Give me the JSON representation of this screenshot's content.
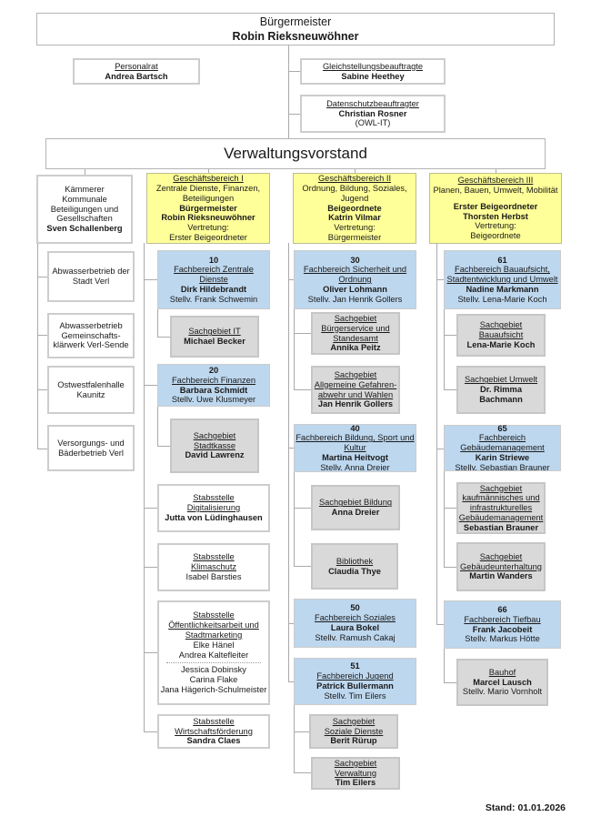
{
  "document": {
    "stand": "Stand: 01.01.2026"
  },
  "top": {
    "buergermeister": {
      "lines": [
        {
          "t": "Bürgermeister"
        },
        {
          "t": "Robin Rieksneuwöhner",
          "s": "b"
        }
      ]
    },
    "personalrat": {
      "lines": [
        {
          "t": "Personalrat",
          "s": "u"
        },
        {
          "t": "Andrea Bartsch",
          "s": "b"
        }
      ]
    },
    "gleichstellungsbeauftragte": {
      "lines": [
        {
          "t": "Gleichstellungsbeauftragte",
          "s": "u"
        },
        {
          "t": "Sabine Heethey",
          "s": "b"
        }
      ]
    },
    "datenschutzbeauftragter": {
      "lines": [
        {
          "t": "Datenschutzbeauftragter",
          "s": "u"
        },
        {
          "t": "Christian Rosner",
          "s": "b"
        },
        {
          "t": "(OWL-IT)"
        }
      ]
    },
    "verwaltungsvorstand": {
      "lines": [
        {
          "t": "Verwaltungsvorstand"
        }
      ]
    }
  },
  "columns": [
    {
      "id": "kaemmerer",
      "header": {
        "lines": [
          {
            "t": "Kämmerer"
          },
          {
            "t": "Kommunale"
          },
          {
            "t": "Beteiligungen und"
          },
          {
            "t": "Gesellschaften"
          },
          {
            "t": "Sven Schallenberg",
            "s": "b"
          }
        ]
      },
      "boxes": [
        {
          "id": "abwasserbetrieb-stadt-verl",
          "lines": [
            {
              "t": "Abwasserbetrieb der"
            },
            {
              "t": "Stadt Verl"
            }
          ]
        },
        {
          "id": "abwasserbetrieb-klaerwerk",
          "lines": [
            {
              "t": "Abwasserbetrieb"
            },
            {
              "t": "Gemeinschafts-"
            },
            {
              "t": "klärwerk Verl-Sende"
            }
          ]
        },
        {
          "id": "ostwestfalenhalle",
          "lines": [
            {
              "t": "Ostwestfalenhalle"
            },
            {
              "t": "Kaunitz"
            }
          ]
        },
        {
          "id": "versorgungs-baederbetrieb",
          "lines": [
            {
              "t": "Versorgungs- und"
            },
            {
              "t": "Bäderbetrieb Verl"
            }
          ]
        }
      ]
    },
    {
      "id": "geschaeftsbereich-1",
      "header": {
        "lines": [
          {
            "t": "Geschäftsbereich I",
            "s": "u"
          },
          {
            "t": "Zentrale Dienste, Finanzen,"
          },
          {
            "t": "Beteiligungen"
          },
          {
            "t": "Bürgermeister",
            "s": "b"
          },
          {
            "t": "Robin Rieksneuwöhner",
            "s": "b"
          },
          {
            "t": "Vertretung:"
          },
          {
            "t": "Erster Beigeordneter"
          }
        ]
      },
      "boxes": [
        {
          "id": "fachbereich-10-zentrale-dienste",
          "lines": [
            {
              "t": "10",
              "s": "b"
            },
            {
              "t": "Fachbereich Zentrale",
              "s": "u"
            },
            {
              "t": "Dienste",
              "s": "u"
            },
            {
              "t": "Dirk Hildebrandt",
              "s": "b"
            },
            {
              "t": "Stellv. Frank Schwemin"
            }
          ]
        },
        {
          "id": "sachgebiet-it",
          "lines": [
            {
              "t": "Sachgebiet IT",
              "s": "u"
            },
            {
              "t": "Michael Becker",
              "s": "b"
            }
          ]
        },
        {
          "id": "fachbereich-20-finanzen",
          "lines": [
            {
              "t": "20",
              "s": "b"
            },
            {
              "t": "Fachbereich Finanzen",
              "s": "u"
            },
            {
              "t": "Barbara Schmidt",
              "s": "b"
            },
            {
              "t": "Stellv. Uwe Klusmeyer"
            }
          ]
        },
        {
          "id": "sachgebiet-stadtkasse",
          "lines": [
            {
              "t": "Sachgebiet",
              "s": "u"
            },
            {
              "t": "Stadtkasse",
              "s": "u"
            },
            {
              "t": "David Lawrenz",
              "s": "b"
            }
          ]
        },
        {
          "id": "stabsstelle-digitalisierung",
          "lines": [
            {
              "t": "Stabsstelle",
              "s": "u"
            },
            {
              "t": "Digitalisierung",
              "s": "u"
            },
            {
              "t": "Jutta von Lüdinghausen",
              "s": "b"
            }
          ]
        },
        {
          "id": "stabsstelle-klimaschutz",
          "lines": [
            {
              "t": "Stabsstelle",
              "s": "u"
            },
            {
              "t": "Klimaschutz",
              "s": "u"
            },
            {
              "t": "Isabel Barsties"
            }
          ]
        },
        {
          "id": "stabsstelle-oeffentlichkeitsarbeit",
          "lines": [
            {
              "t": "Stabsstelle",
              "s": "u"
            },
            {
              "t": "Öffentlichkeitsarbeit und",
              "s": "u"
            },
            {
              "t": "Stadtmarketing",
              "s": "u"
            },
            {
              "t": "Elke Hänel"
            },
            {
              "t": "Andrea Kaltefleiter"
            },
            {
              "s": "hr"
            },
            {
              "t": "Jessica Dobinsky"
            },
            {
              "t": "Carina Flake"
            },
            {
              "t": "Jana Hägerich-Schulmeister"
            }
          ]
        },
        {
          "id": "stabsstelle-wirtschaftsfoerderung",
          "lines": [
            {
              "t": "Stabsstelle",
              "s": "u"
            },
            {
              "t": "Wirtschaftsförderung",
              "s": "u"
            },
            {
              "t": "Sandra Claes",
              "s": "b"
            }
          ]
        }
      ]
    },
    {
      "id": "geschaeftsbereich-2",
      "header": {
        "lines": [
          {
            "t": "Geschäftsbereich II",
            "s": "u"
          },
          {
            "t": "Ordnung, Bildung, Soziales,"
          },
          {
            "t": "Jugend"
          },
          {
            "t": "Beigeordnete",
            "s": "b"
          },
          {
            "t": "Katrin Vilmar",
            "s": "b"
          },
          {
            "t": "Vertretung:"
          },
          {
            "t": "Bürgermeister"
          }
        ]
      },
      "boxes": [
        {
          "id": "fachbereich-30-sicherheit-ordnung",
          "lines": [
            {
              "t": "30",
              "s": "b"
            },
            {
              "t": "Fachbereich Sicherheit und",
              "s": "u"
            },
            {
              "t": "Ordnung",
              "s": "u"
            },
            {
              "t": "Oliver Lohmann",
              "s": "b"
            },
            {
              "t": "Stellv. Jan Henrik Gollers"
            }
          ]
        },
        {
          "id": "sachgebiet-buergerservice-standesamt",
          "lines": [
            {
              "t": "Sachgebiet",
              "s": "u"
            },
            {
              "t": "Bürgerservice und",
              "s": "u"
            },
            {
              "t": "Standesamt",
              "s": "u"
            },
            {
              "t": "Annika Peitz",
              "s": "b"
            }
          ]
        },
        {
          "id": "sachgebiet-gefahrenabwehr-wahlen",
          "lines": [
            {
              "t": "Sachgebiet",
              "s": "u"
            },
            {
              "t": "Allgemeine Gefahren-",
              "s": "u"
            },
            {
              "t": "abwehr und Wahlen",
              "s": "u"
            },
            {
              "t": "Jan Henrik Gollers",
              "s": "b"
            }
          ]
        },
        {
          "id": "fachbereich-40-bildung-sport-kultur",
          "lines": [
            {
              "t": "40",
              "s": "b"
            },
            {
              "t": "Fachbereich Bildung, Sport und",
              "s": "u"
            },
            {
              "t": "Kultur",
              "s": "u"
            },
            {
              "t": "Martina Heitvogt",
              "s": "b"
            },
            {
              "t": "Stellv. Anna Dreier"
            }
          ]
        },
        {
          "id": "sachgebiet-bildung",
          "lines": [
            {
              "t": "Sachgebiet Bildung",
              "s": "u"
            },
            {
              "t": "Anna Dreier",
              "s": "b"
            }
          ]
        },
        {
          "id": "bibliothek",
          "lines": [
            {
              "t": "Bibliothek",
              "s": "u"
            },
            {
              "t": "Claudia Thye",
              "s": "b"
            }
          ]
        },
        {
          "id": "fachbereich-50-soziales",
          "lines": [
            {
              "t": "50",
              "s": "b"
            },
            {
              "t": "Fachbereich Soziales",
              "s": "u"
            },
            {
              "t": "Laura Bokel",
              "s": "b"
            },
            {
              "t": "Stellv. Ramush Cakaj"
            }
          ]
        },
        {
          "id": "fachbereich-51-jugend",
          "lines": [
            {
              "t": "51",
              "s": "b"
            },
            {
              "t": "Fachbereich Jugend",
              "s": "u"
            },
            {
              "t": "Patrick Bullermann",
              "s": "b"
            },
            {
              "t": "Stellv. Tim Eilers"
            }
          ]
        },
        {
          "id": "sachgebiet-soziale-dienste",
          "lines": [
            {
              "t": "Sachgebiet",
              "s": "u"
            },
            {
              "t": "Soziale Dienste",
              "s": "u"
            },
            {
              "t": "Berit Rürup",
              "s": "b"
            }
          ]
        },
        {
          "id": "sachgebiet-verwaltung",
          "lines": [
            {
              "t": "Sachgebiet",
              "s": "u"
            },
            {
              "t": "Verwaltung",
              "s": "u"
            },
            {
              "t": "Tim Eilers",
              "s": "b"
            }
          ]
        }
      ]
    },
    {
      "id": "geschaeftsbereich-3",
      "header": {
        "lines": [
          {
            "t": "Geschäftsbereich III",
            "s": "u"
          },
          {
            "t": "Planen, Bauen, Umwelt, Mobilität"
          },
          {
            "s": "sp"
          },
          {
            "t": "Erster Beigeordneter",
            "s": "b"
          },
          {
            "t": "Thorsten Herbst",
            "s": "b"
          },
          {
            "t": "Vertretung:"
          },
          {
            "t": "Beigeordnete"
          }
        ]
      },
      "boxes": [
        {
          "id": "fachbereich-61-bauaufsicht",
          "lines": [
            {
              "t": "61",
              "s": "b"
            },
            {
              "t": "Fachbereich Bauaufsicht,",
              "s": "u"
            },
            {
              "t": "Stadtentwicklung und Umwelt",
              "s": "u"
            },
            {
              "t": "Nadine Markmann",
              "s": "b"
            },
            {
              "t": "Stellv. Lena-Marie Koch"
            }
          ]
        },
        {
          "id": "sachgebiet-bauaufsicht",
          "lines": [
            {
              "t": "Sachgebiet",
              "s": "u"
            },
            {
              "t": "Bauaufsicht",
              "s": "u"
            },
            {
              "t": "Lena-Marie Koch",
              "s": "b"
            }
          ]
        },
        {
          "id": "sachgebiet-umwelt",
          "lines": [
            {
              "t": "Sachgebiet Umwelt",
              "s": "u"
            },
            {
              "t": "Dr. Rimma",
              "s": "b"
            },
            {
              "t": "Bachmann",
              "s": "b"
            }
          ]
        },
        {
          "id": "fachbereich-65-gebaeudemanagement",
          "lines": [
            {
              "t": "65",
              "s": "b"
            },
            {
              "t": "Fachbereich",
              "s": "u"
            },
            {
              "t": "Gebäudemanagement",
              "s": "u"
            },
            {
              "t": "Karin Striewe",
              "s": "b"
            },
            {
              "t": "Stellv. Sebastian Brauner"
            }
          ]
        },
        {
          "id": "sachgebiet-kaufm-gebaeudemanagement",
          "lines": [
            {
              "t": "Sachgebiet",
              "s": "u"
            },
            {
              "t": "kaufmännisches und",
              "s": "u"
            },
            {
              "t": "infrastrukturelles",
              "s": "u"
            },
            {
              "t": "Gebäudemanagement",
              "s": "u"
            },
            {
              "t": "Sebastian Brauner",
              "s": "b"
            }
          ]
        },
        {
          "id": "sachgebiet-gebaeudeunterhaltung",
          "lines": [
            {
              "t": "Sachgebiet",
              "s": "u"
            },
            {
              "t": "Gebäudeunterhaltung",
              "s": "u"
            },
            {
              "t": "Martin Wanders",
              "s": "b"
            }
          ]
        },
        {
          "id": "fachbereich-66-tiefbau",
          "lines": [
            {
              "t": "66",
              "s": "b"
            },
            {
              "t": "Fachbereich Tiefbau",
              "s": "u"
            },
            {
              "t": "Frank Jacobeit",
              "s": "b"
            },
            {
              "t": "Stellv. Markus Hötte"
            }
          ]
        },
        {
          "id": "bauhof",
          "lines": [
            {
              "t": "Bauhof",
              "s": "u"
            },
            {
              "t": "Marcel Lausch",
              "s": "b"
            },
            {
              "t": "Stellv. Mario Vornholt"
            }
          ]
        }
      ]
    }
  ]
}
